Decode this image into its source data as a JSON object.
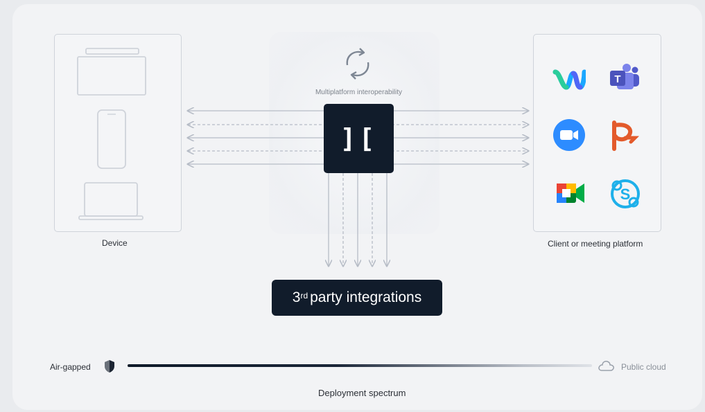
{
  "device_panel": {
    "label": "Device"
  },
  "platform_panel": {
    "label": "Client or meeting platform"
  },
  "interop": {
    "label": "Multiplatform interoperability"
  },
  "hub": {
    "glyph": "]["
  },
  "integrations": {
    "sup": "rd",
    "label": "3",
    "label_rest": "party integrations"
  },
  "platforms": [
    {
      "name": "webex-icon"
    },
    {
      "name": "teams-icon"
    },
    {
      "name": "zoom-icon"
    },
    {
      "name": "ringcentral-icon"
    },
    {
      "name": "google-meet-icon"
    },
    {
      "name": "skype-icon"
    }
  ],
  "spectrum": {
    "left_label": "Air-gapped",
    "right_label": "Public cloud",
    "caption": "Deployment spectrum"
  },
  "colors": {
    "hub": "#111c2b",
    "device_outline": "#cfd3da",
    "arrows": "#b6bcc6"
  }
}
